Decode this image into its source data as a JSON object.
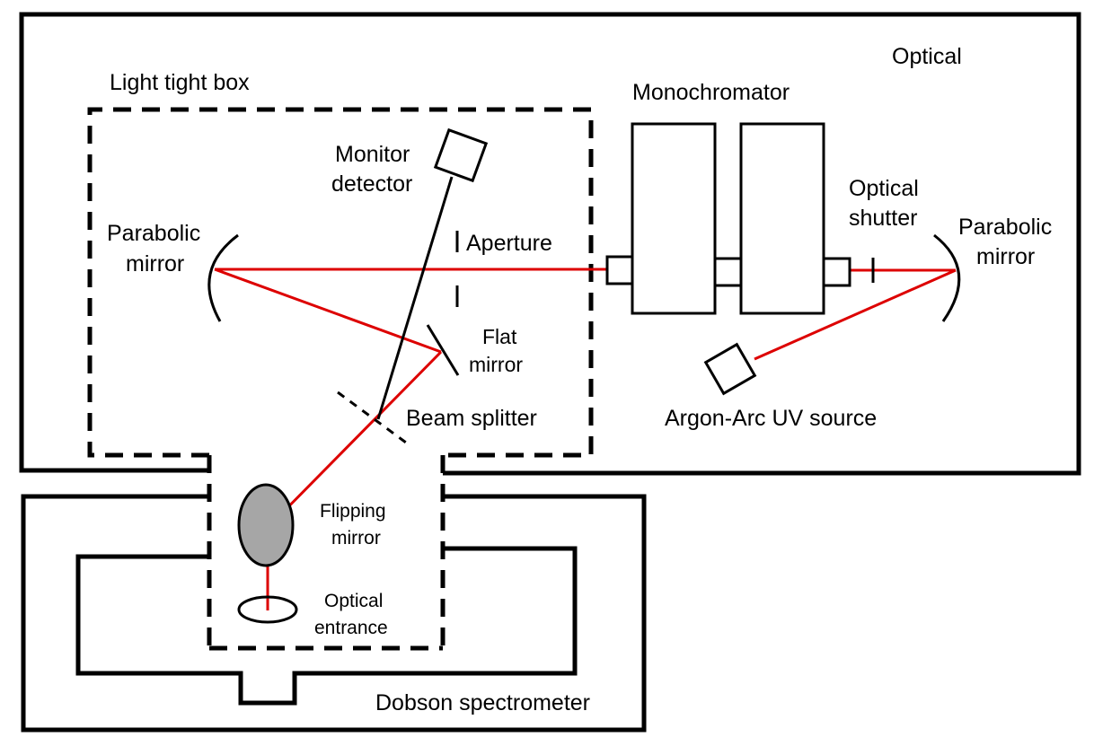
{
  "labels": {
    "optical": "Optical",
    "light_tight_box": "Light tight box",
    "monochromator": "Monochromator",
    "monitor_detector": [
      "Monitor",
      "detector"
    ],
    "parabolic_mirror_left": [
      "Parabolic",
      "mirror"
    ],
    "parabolic_mirror_right": [
      "Parabolic",
      "mirror"
    ],
    "aperture": "Aperture",
    "optical_shutter": [
      "Optical",
      "shutter"
    ],
    "flat_mirror": [
      "Flat",
      "mirror"
    ],
    "beam_splitter": "Beam splitter",
    "argon_arc_uv_source": "Argon-Arc UV source",
    "flipping_mirror": [
      "Flipping",
      "mirror"
    ],
    "optical_entrance": [
      "Optical",
      "entrance"
    ],
    "dobson_spectrometer": "Dobson spectrometer"
  },
  "colors": {
    "beam": "#dd0000",
    "outline": "#000000",
    "flipping_mirror_fill": "#a6a6a6",
    "background": "#ffffff"
  }
}
